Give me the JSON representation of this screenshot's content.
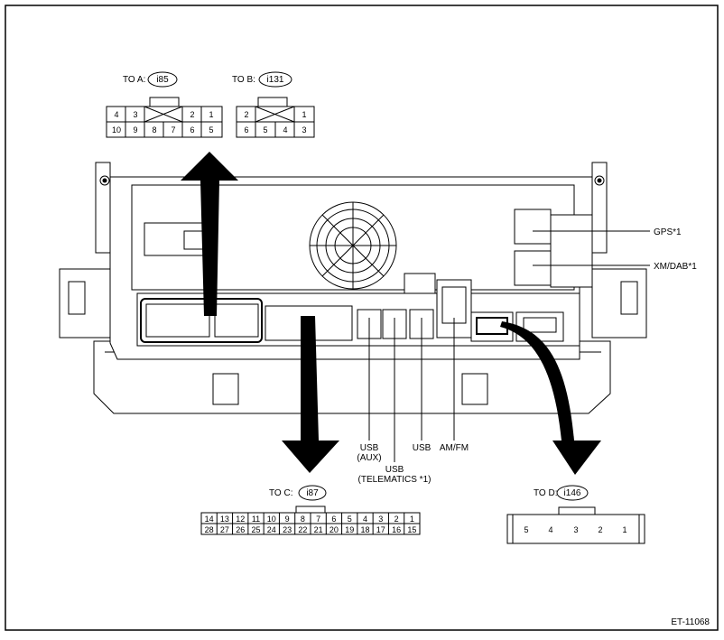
{
  "connectors": {
    "A": {
      "to_label": "TO  A:",
      "code": "i85",
      "pins_top": [
        "4",
        "3",
        "2",
        "1"
      ],
      "pins_bottom": [
        "10",
        "9",
        "8",
        "7",
        "6",
        "5"
      ]
    },
    "B": {
      "to_label": "TO  B:",
      "code": "i131",
      "pins_top": [
        "2",
        "1"
      ],
      "pins_bottom": [
        "6",
        "5",
        "4",
        "3"
      ]
    },
    "C": {
      "to_label": "TO  C:",
      "code": "i87",
      "pins_top": [
        "14",
        "13",
        "12",
        "11",
        "10",
        "9",
        "8",
        "7",
        "6",
        "5",
        "4",
        "3",
        "2",
        "1"
      ],
      "pins_bottom": [
        "28",
        "27",
        "26",
        "25",
        "24",
        "23",
        "22",
        "21",
        "20",
        "19",
        "18",
        "17",
        "16",
        "15"
      ]
    },
    "D": {
      "to_label": "TO  D:",
      "code": "i146",
      "pins": [
        "5",
        "4",
        "3",
        "2",
        "1"
      ]
    }
  },
  "port_labels": {
    "gps": "GPS*1",
    "xm_dab": "XM/DAB*1",
    "usb_aux_1": "USB",
    "usb_aux_2": "(AUX)",
    "usb_tel_1": "USB",
    "usb_tel_2": "(TELEMATICS *1)",
    "usb": "USB",
    "am_fm": "AM/FM"
  },
  "figure_id": "ET-11068"
}
